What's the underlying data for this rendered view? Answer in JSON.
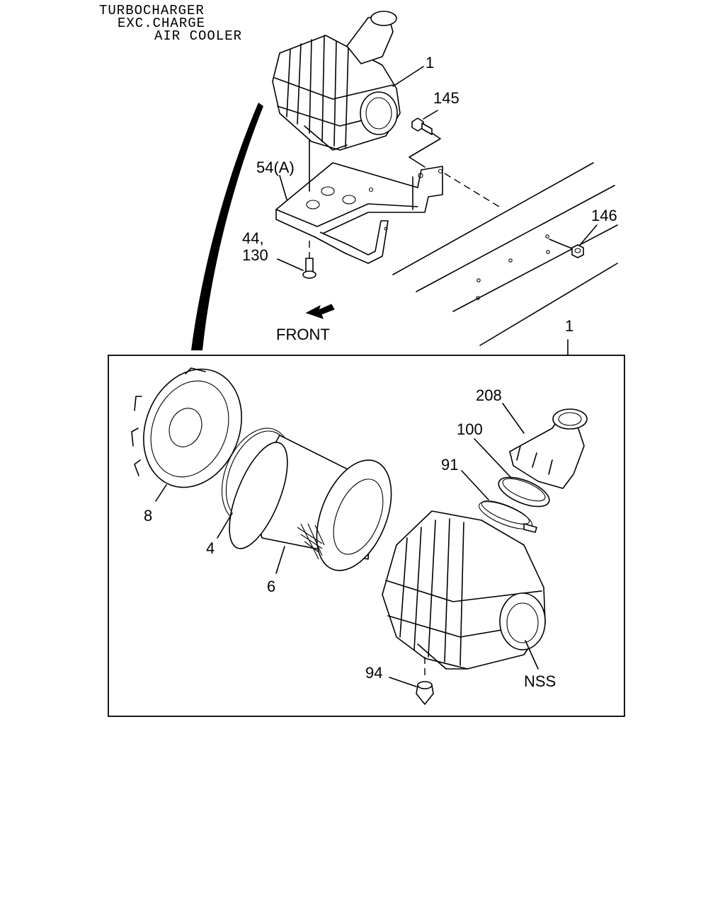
{
  "header": {
    "line1": "TURBOCHARGER",
    "line2": "EXC.CHARGE",
    "line3": "AIR COOLER"
  },
  "front_label": "FRONT",
  "callouts": {
    "air_cleaner_top": "1",
    "bolt_145": "145",
    "bracket_54": "54(A)",
    "bolt_44": "44,",
    "bolt_130": "130",
    "nut_146": "146",
    "detail_ref": "1",
    "cover_8": "8",
    "seal_4": "4",
    "element_6": "6",
    "hose_208": "208",
    "ring_100": "100",
    "clamp_91": "91",
    "valve_94": "94",
    "body_nss": "NSS"
  }
}
